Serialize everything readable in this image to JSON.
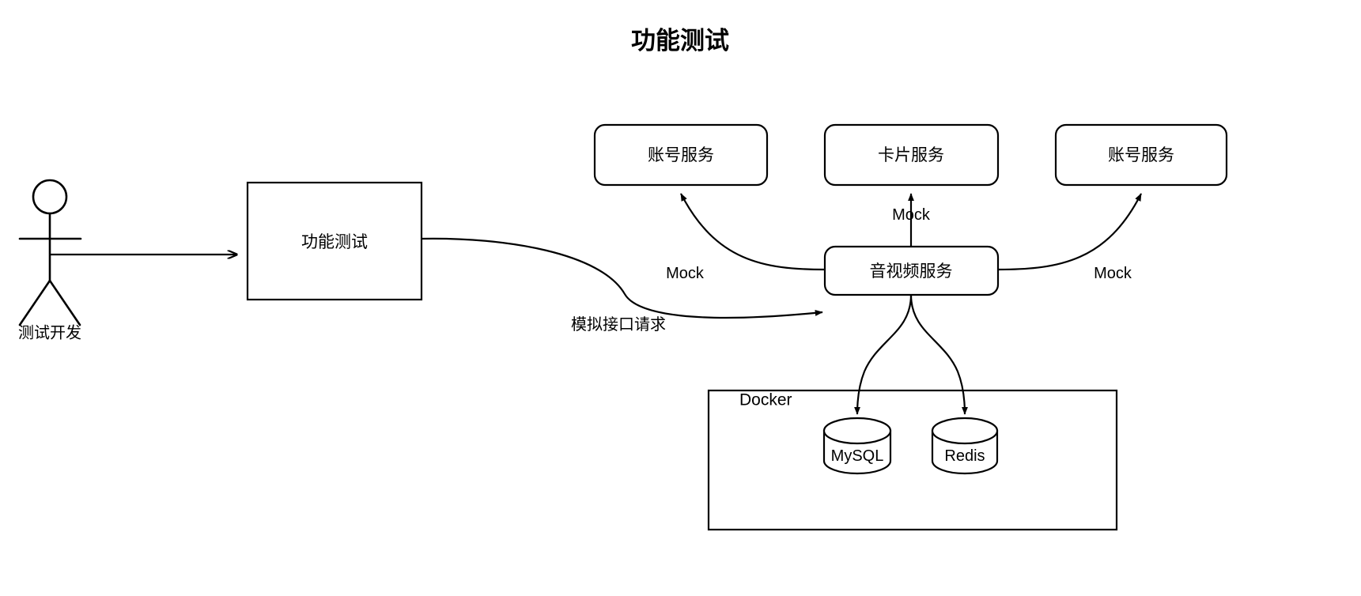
{
  "diagram": {
    "title": "功能测试",
    "actor": {
      "label": "测试开发",
      "icon": "stick-figure-actor-icon"
    },
    "nodes": [
      {
        "id": "func-test",
        "label": "功能测试",
        "shape": "rectangle"
      },
      {
        "id": "account-svc-1",
        "label": "账号服务",
        "shape": "rounded-rectangle"
      },
      {
        "id": "card-svc",
        "label": "卡片服务",
        "shape": "rounded-rectangle"
      },
      {
        "id": "account-svc-2",
        "label": "账号服务",
        "shape": "rounded-rectangle"
      },
      {
        "id": "av-svc",
        "label": "音视频服务",
        "shape": "rounded-rectangle"
      }
    ],
    "group": {
      "id": "docker-group",
      "label": "Docker",
      "shape": "rectangle"
    },
    "databases": [
      {
        "id": "mysql-db",
        "label": "MySQL",
        "shape": "cylinder"
      },
      {
        "id": "redis-db",
        "label": "Redis",
        "shape": "cylinder"
      }
    ],
    "edges": [
      {
        "id": "actor-to-func-test",
        "label": "",
        "from": "测试开发",
        "to": "功能测试"
      },
      {
        "id": "func-test-to-av",
        "label": "模拟接口请求",
        "from": "功能测试",
        "to": "音视频服务"
      },
      {
        "id": "av-to-account-1",
        "label": "Mock",
        "from": "音视频服务",
        "to": "账号服务"
      },
      {
        "id": "av-to-card",
        "label": "Mock",
        "from": "音视频服务",
        "to": "卡片服务"
      },
      {
        "id": "av-to-account-2",
        "label": "Mock",
        "from": "音视频服务",
        "to": "账号服务"
      },
      {
        "id": "av-to-mysql",
        "label": "",
        "from": "音视频服务",
        "to": "MySQL"
      },
      {
        "id": "av-to-redis",
        "label": "",
        "from": "音视频服务",
        "to": "Redis"
      }
    ],
    "colors": {
      "stroke": "#000000",
      "fill": "#ffffff",
      "text": "#000000"
    }
  }
}
